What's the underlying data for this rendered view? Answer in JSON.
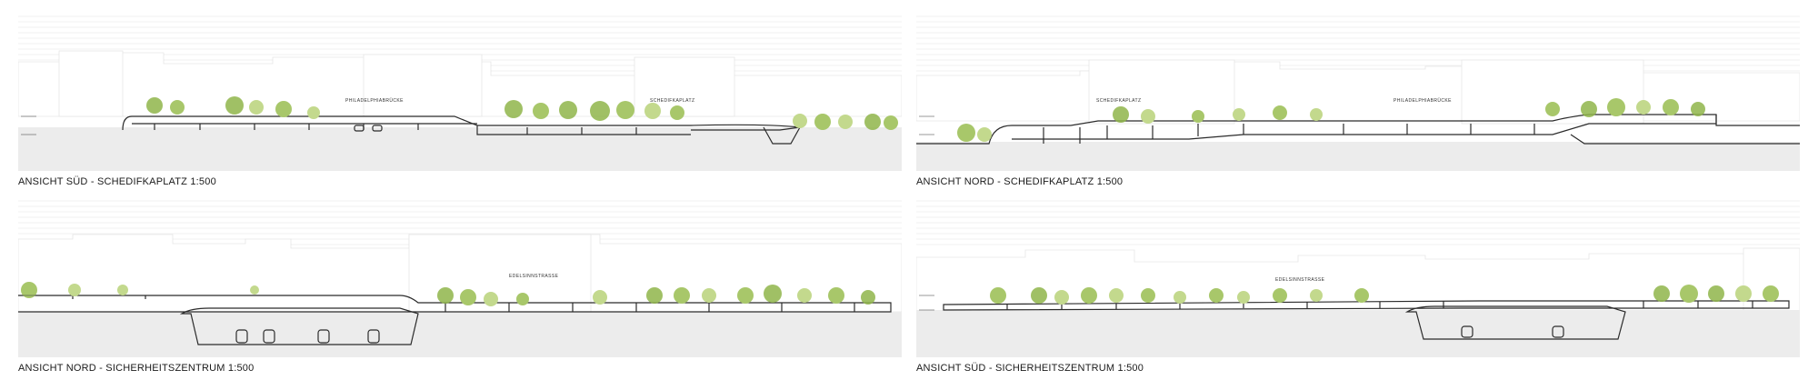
{
  "panels": [
    {
      "caption": "ANSICHT SÜD  - SCHEDIFKAPLATZ 1:500",
      "labels": [
        "PHILADELPHIABRÜCKE",
        "SCHEDIFKAPLATZ"
      ]
    },
    {
      "caption": "ANSICHT NORD - SCHEDIFKAPLATZ  1:500",
      "labels": [
        "SCHEDIFKAPLATZ",
        "PHILADELPHIABRÜCKE"
      ]
    },
    {
      "caption": "ANSICHT NORD - SICHERHEITSZENTRUM 1:500",
      "labels": [
        "EDELSINNSTRASSE"
      ]
    },
    {
      "caption": "ANSICHT SÜD - SICHERHEITSZENTRUM 1:500",
      "labels": [
        "EDELSINNSTRASSE"
      ]
    }
  ],
  "colors": {
    "tree_dark": "#8fb54a",
    "tree_light": "#c3d98d",
    "ground": "#ececec",
    "sky_lines": "#dedede",
    "structure": "#2b2b2b"
  }
}
